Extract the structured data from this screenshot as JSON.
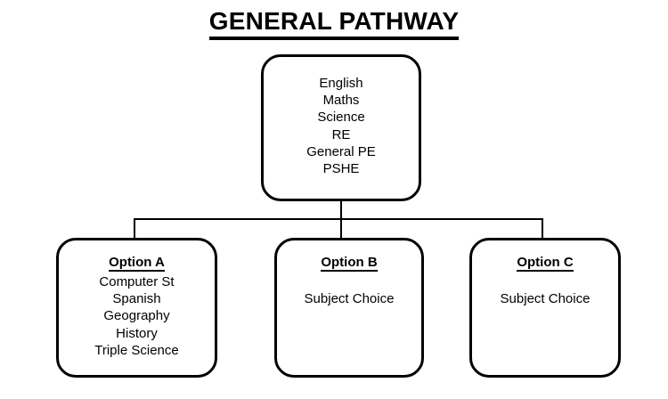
{
  "title": "GENERAL PATHWAY",
  "core_box": {
    "name": "core-subjects",
    "subjects": [
      "English",
      "Maths",
      "Science",
      "RE",
      "General PE",
      "PSHE"
    ]
  },
  "option_boxes": [
    {
      "id": "option-a",
      "heading": "Option A",
      "subjects": [
        "Computer St",
        "Spanish",
        "Geography",
        "History",
        "Triple Science"
      ]
    },
    {
      "id": "option-b",
      "heading": "Option B",
      "subjects": [
        "Subject Choice"
      ]
    },
    {
      "id": "option-c",
      "heading": "Option C",
      "subjects": [
        "Subject Choice"
      ]
    }
  ],
  "colors": {
    "background": "#ffffff",
    "stroke": "#000000",
    "text": "#000000"
  }
}
